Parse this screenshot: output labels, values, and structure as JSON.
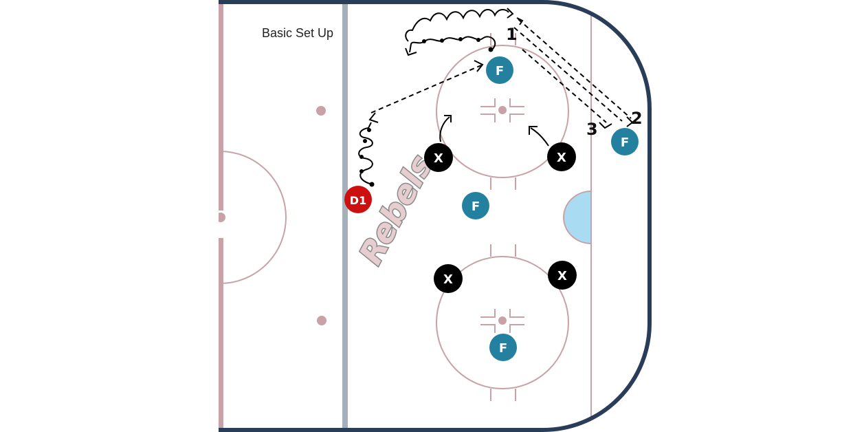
{
  "diagram": {
    "title": "Basic Set Up",
    "logo_text": "Rebels",
    "colors": {
      "board": "#2a3d58",
      "line_red": "#c8a2a6",
      "blue_line": "#a6b0ba",
      "forward": "#24809f",
      "defense": "#cc1010",
      "opponent": "#000000",
      "crease": "#a9dcf2"
    },
    "players": {
      "forward_label": "F",
      "defense_label": "D1",
      "opponent_label": "X"
    },
    "sequence_labels": [
      "1",
      "2",
      "3"
    ]
  }
}
